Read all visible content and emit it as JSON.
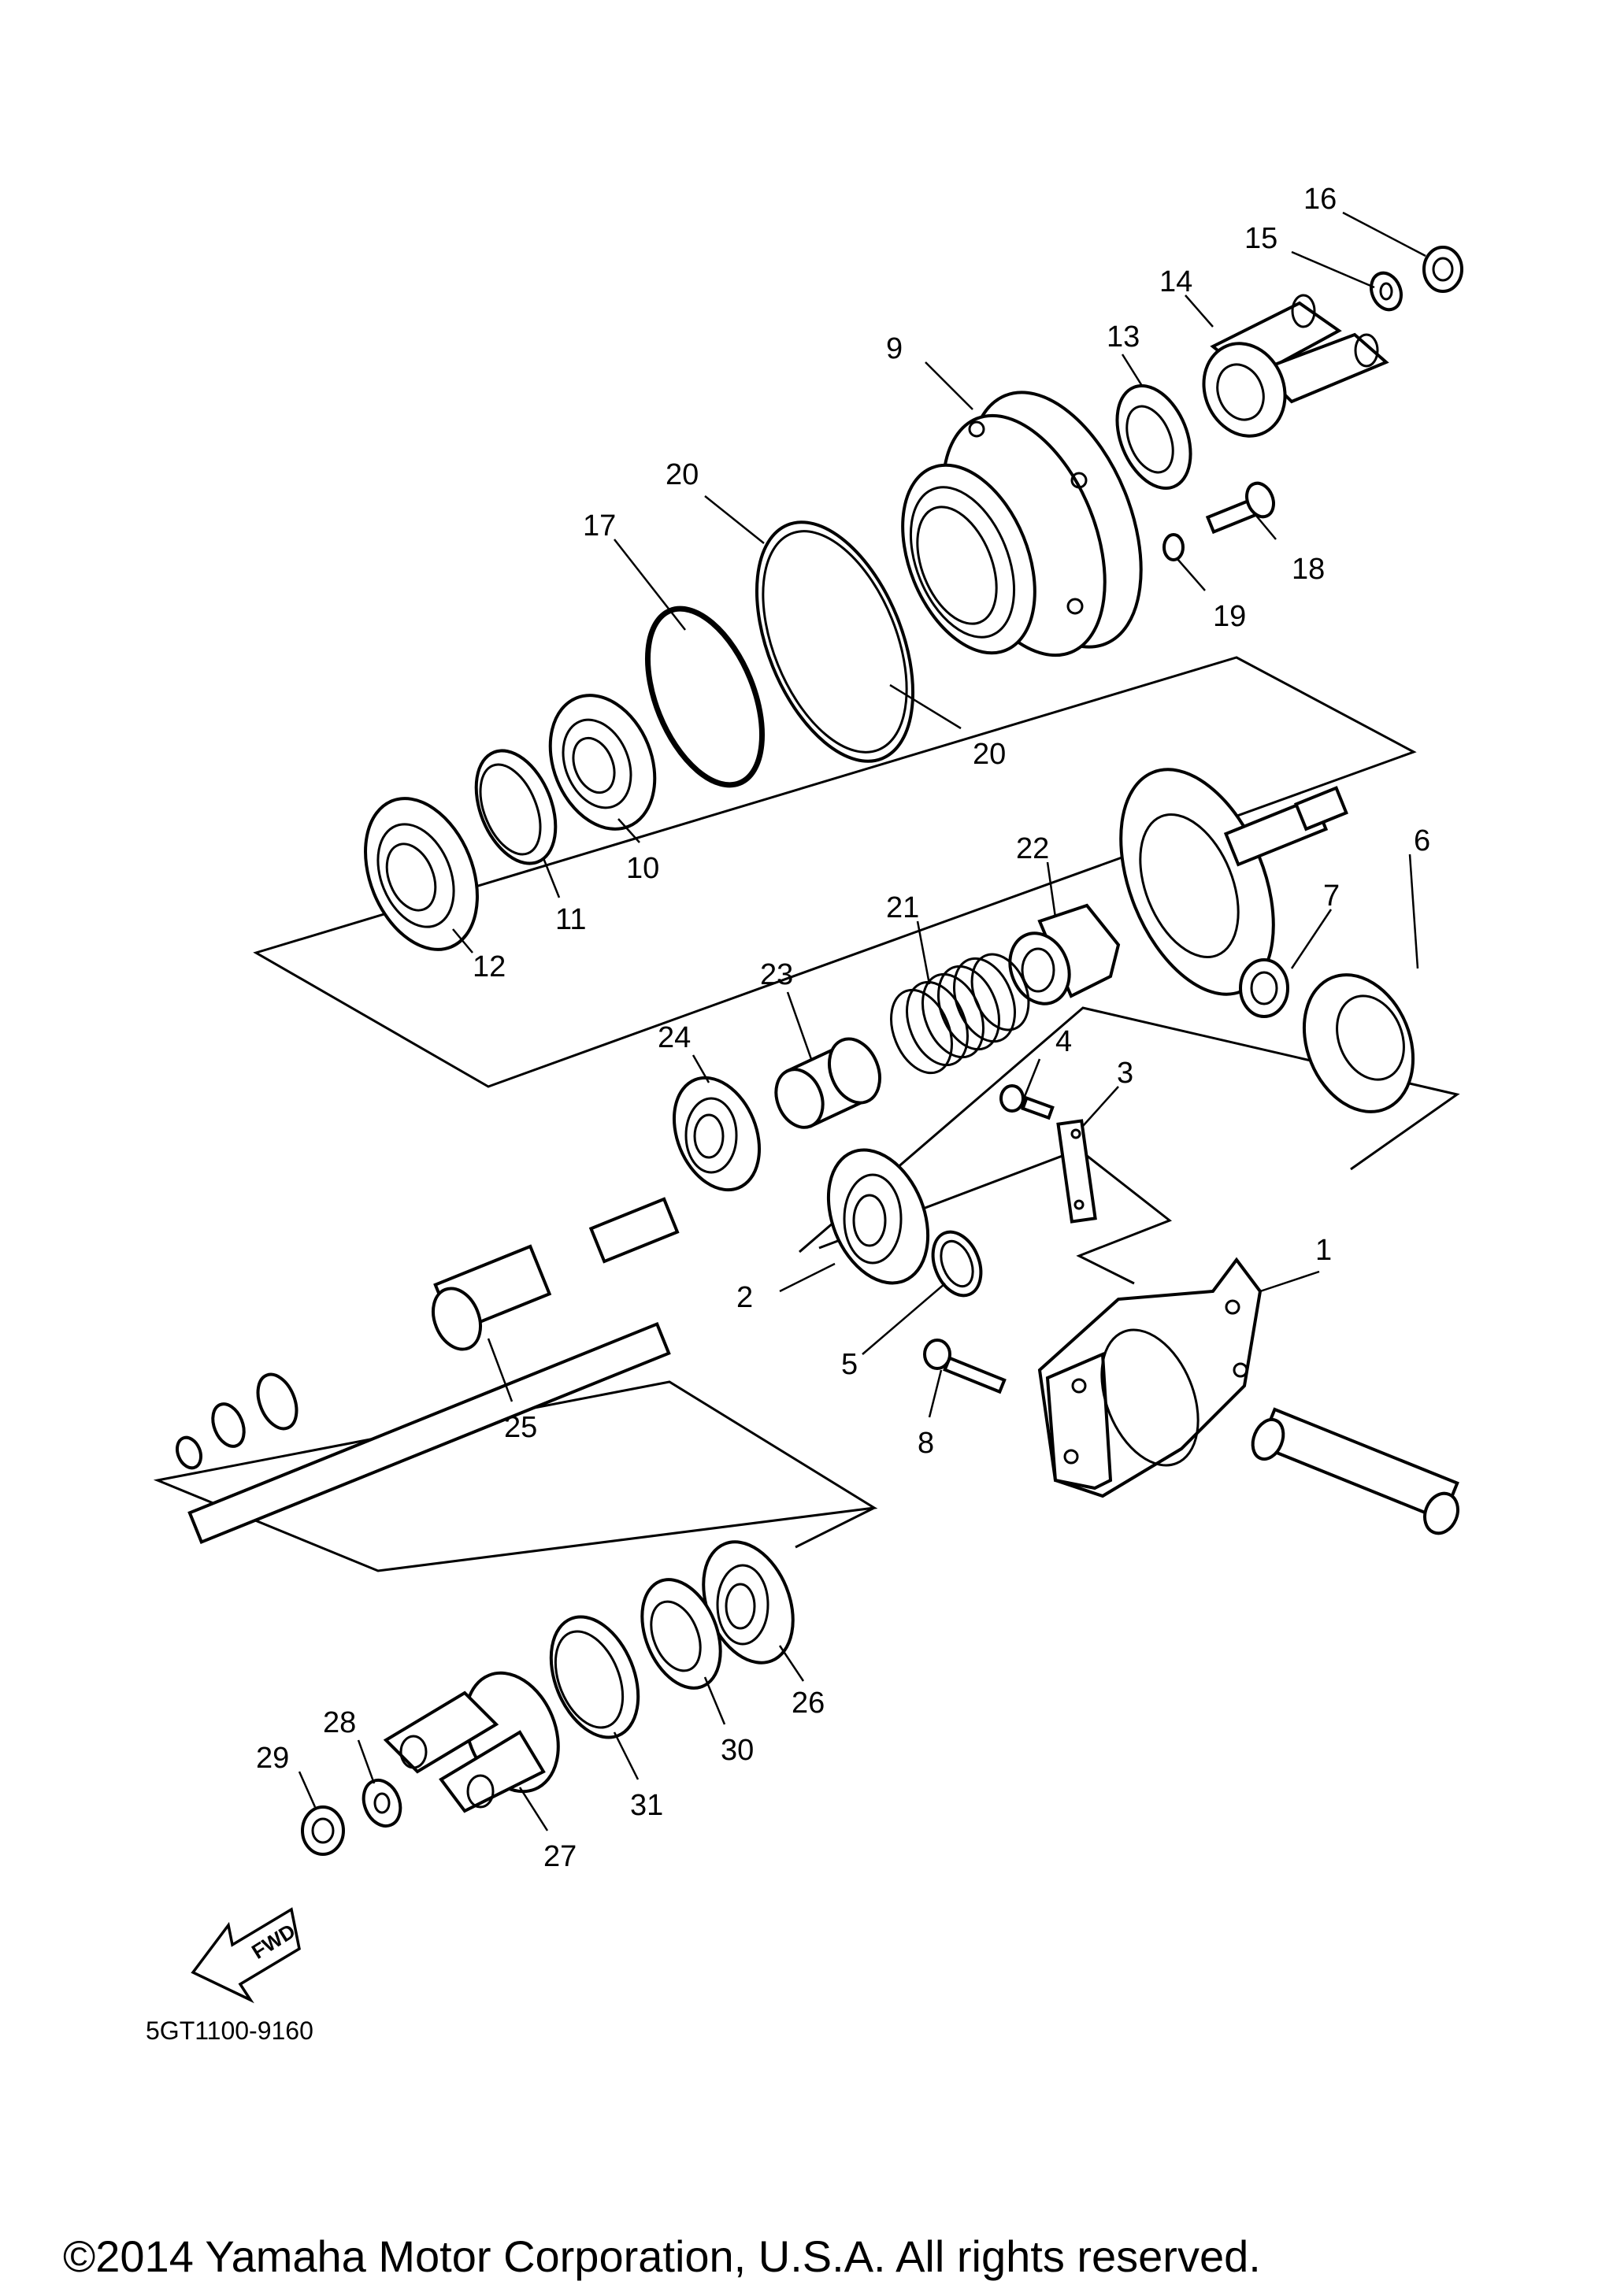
{
  "diagram": {
    "callouts": [
      "1",
      "2",
      "3",
      "4",
      "5",
      "6",
      "7",
      "8",
      "9",
      "10",
      "11",
      "12",
      "13",
      "14",
      "15",
      "16",
      "17",
      "18",
      "19",
      "20",
      "20",
      "21",
      "22",
      "23",
      "24",
      "25",
      "26",
      "27",
      "28",
      "29",
      "30",
      "31"
    ],
    "fwd_label": "FWD",
    "diagram_code": "5GT1100-9160",
    "copyright": "©2014 Yamaha Motor Corporation, U.S.A. All rights reserved."
  }
}
